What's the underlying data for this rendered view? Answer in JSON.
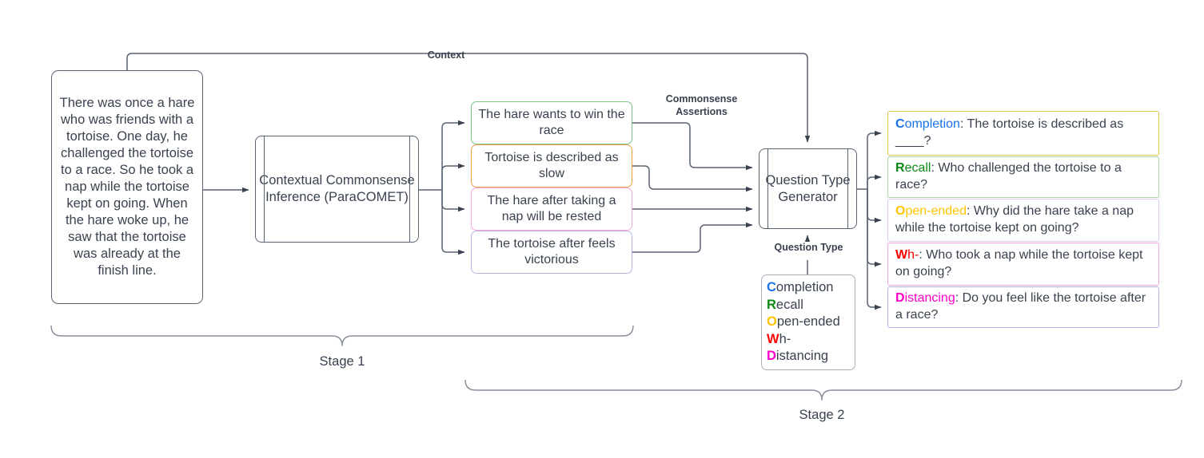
{
  "diagram": {
    "title": "Two-stage commonsense question generation pipeline",
    "colors": {
      "stroke": "#5b6472",
      "text": "#3a4250",
      "completion": "#1a73e8",
      "recall": "#0b8a13",
      "open_ended": "#ffc400",
      "wh": "#ff0000",
      "distancing": "#ff00c8"
    }
  },
  "context_box": {
    "text": "There was once a hare who was friends with a tortoise.  One day, he challenged the tortoise to a race. So he took a nap while the tortoise kept on going. When the hare woke up, he saw that the tortoise was already at the finish line."
  },
  "paracomet_box": {
    "text": "Contextual Commonsense Inference (ParaCOMET)"
  },
  "qtg_box": {
    "text": "Question Type Generator"
  },
  "labels": {
    "context": "Context",
    "assertions": "Commonsense\nAssertions",
    "question_type": "Question Type",
    "stage1": "Stage 1",
    "stage2": "Stage 2"
  },
  "assertions": [
    {
      "text": "The hare wants to win the race",
      "border": "#7cc47f"
    },
    {
      "text": "Tortoise is described as slow",
      "border": "#f0a04b"
    },
    {
      "text": "The hare after taking a nap will be rested",
      "border": "#f7a8d8"
    },
    {
      "text": "The tortoise after feels victorious",
      "border": "#b5b2ea"
    }
  ],
  "questions": [
    {
      "cap": "C",
      "rest": "ompletion",
      "body": ": The tortoise is described as ____?",
      "color": "#1a73e8",
      "border": "#e8c547"
    },
    {
      "cap": "R",
      "rest": "ecall",
      "body": ": Who challenged the tortoise to a race?",
      "color": "#0b8a13",
      "border": "#a8d8a8"
    },
    {
      "cap": "O",
      "rest": "pen-ended",
      "body": ": Why did the hare take a nap while the tortoise kept on going?",
      "color": "#ffc400",
      "border": "#e0c8e8"
    },
    {
      "cap": "W",
      "rest": "h-",
      "body": ": Who took a nap while the tortoise kept on going?",
      "color": "#ff0000",
      "border": "#f7a8d8"
    },
    {
      "cap": "D",
      "rest": "istancing",
      "body": ": Do you feel like the tortoise after a race?",
      "color": "#ff00c8",
      "border": "#b5b2ea"
    }
  ],
  "legend": {
    "items": [
      {
        "cap": "C",
        "rest": "ompletion",
        "color": "#1a73e8"
      },
      {
        "cap": "R",
        "rest": "ecall",
        "color": "#0b8a13"
      },
      {
        "cap": "O",
        "rest": "pen-ended",
        "color": "#ffc400"
      },
      {
        "cap": "W",
        "rest": "h-",
        "color": "#ff0000"
      },
      {
        "cap": "D",
        "rest": "istancing",
        "color": "#ff00c8"
      }
    ]
  }
}
